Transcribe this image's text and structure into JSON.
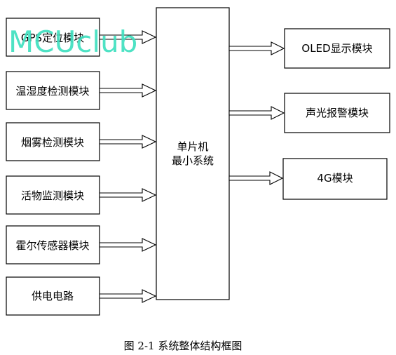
{
  "watermark": "MCUclub",
  "inputs": [
    {
      "label": "GPS定位模块"
    },
    {
      "label": "温湿度检测模块"
    },
    {
      "label": "烟雾检测模块"
    },
    {
      "label": "活物监测模块"
    },
    {
      "label": "霍尔传感器模块"
    },
    {
      "label": "供电电路"
    }
  ],
  "mcu": {
    "line1": "单片机",
    "line2": "最小系统"
  },
  "outputs": [
    {
      "label": "OLED显示模块"
    },
    {
      "label": "声光报警模块"
    },
    {
      "label": "4G模块"
    }
  ],
  "caption": "图 2-1 系统整体结构框图"
}
